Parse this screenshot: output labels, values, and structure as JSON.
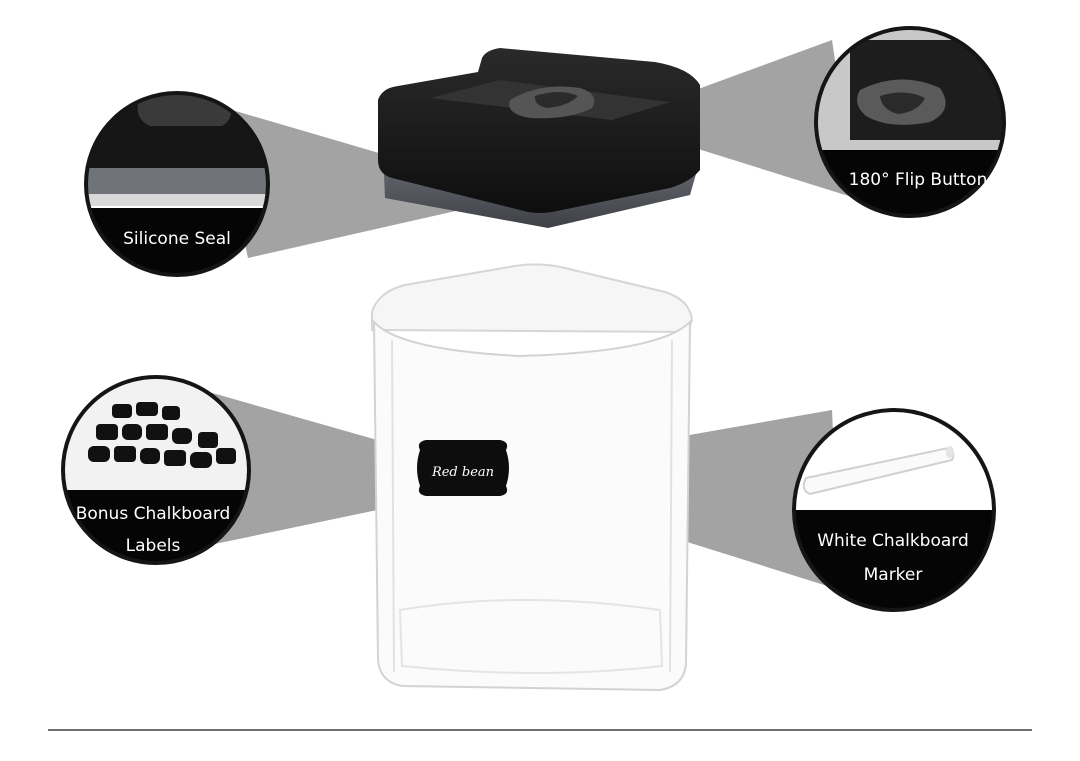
{
  "callouts": {
    "silicone_seal": "Silicone Seal",
    "flip_button": "180° Flip Button",
    "labels_line1": "Bonus Chalkboard",
    "labels_line2": "Labels",
    "marker_line1": "White Chalkboard",
    "marker_line2": "Marker"
  },
  "label_tag_text": "Red bean",
  "colors": {
    "lid_black": "#1b1b1b",
    "seal_gray": "#5c5f66",
    "beam_gray": "#9c9c9c",
    "caption_band": "#050505",
    "circle_border": "#151515"
  }
}
